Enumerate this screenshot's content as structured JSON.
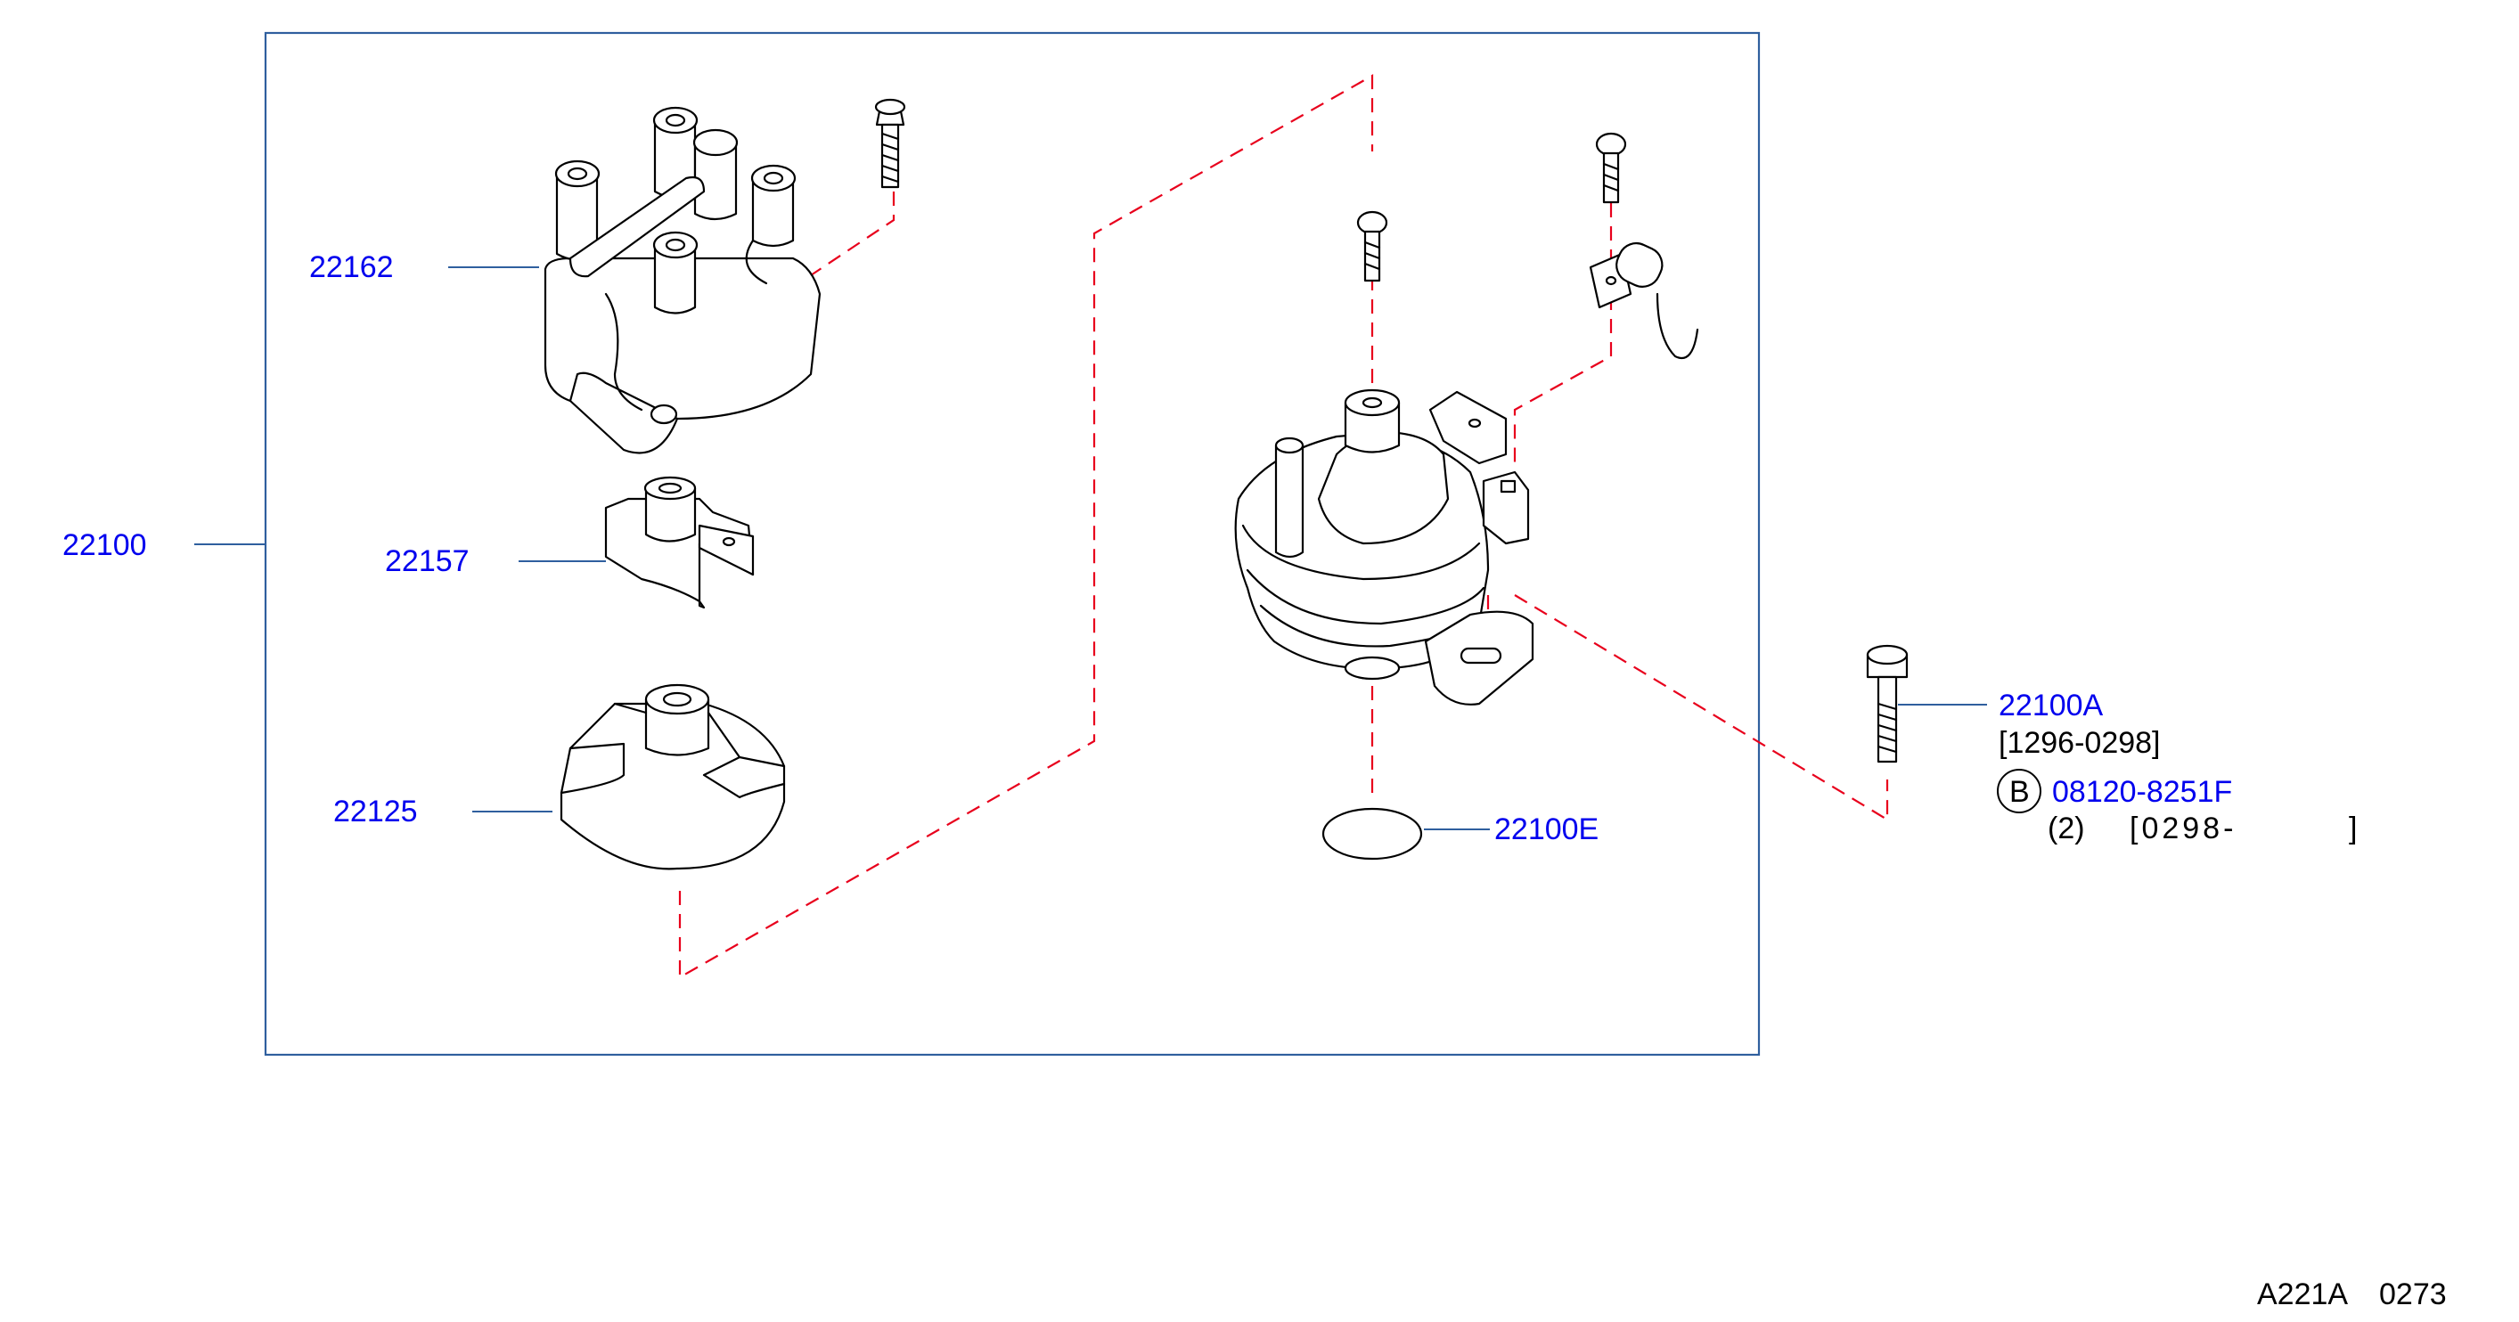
{
  "labels": {
    "assembly": "22100",
    "cap": "22162",
    "rotor": "22157",
    "cover": "22125",
    "oring": "22100E",
    "bolt": "22100A",
    "bolt_date": "[1296-0298]",
    "bolt_b_letter": "B",
    "bolt_b_part": "08120-8251F",
    "bolt_b_qty": "(2)",
    "bolt_b_date_start": "[0298-",
    "bolt_b_date_end": "]",
    "figure_code": "A221A",
    "figure_number": "0273"
  },
  "colors": {
    "part_number_text": "#0000ee",
    "leader_line": "#2f5f9e",
    "dashed_line": "#e8001c",
    "drawing": "#000000"
  }
}
